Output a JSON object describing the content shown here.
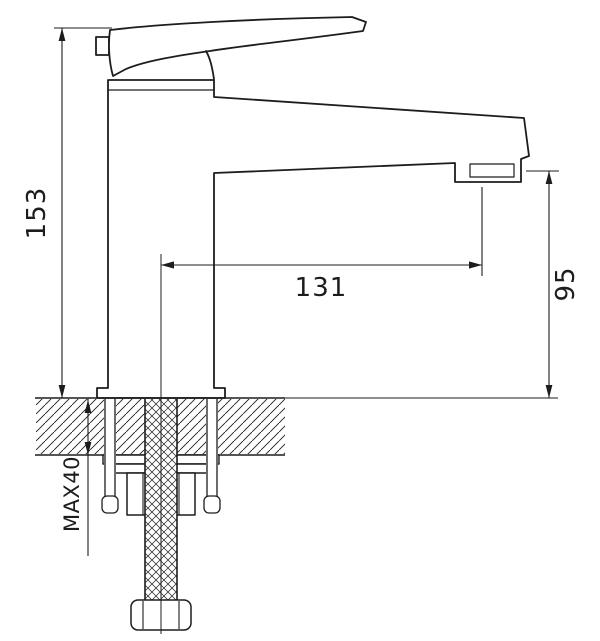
{
  "drawing": {
    "dimensions": {
      "overall_height": "153",
      "spout_reach": "131",
      "spout_height": "95",
      "max_mounting_thickness": "MAX40"
    }
  },
  "colors": {
    "line": "#1d1d1d",
    "background": "#ffffff"
  }
}
